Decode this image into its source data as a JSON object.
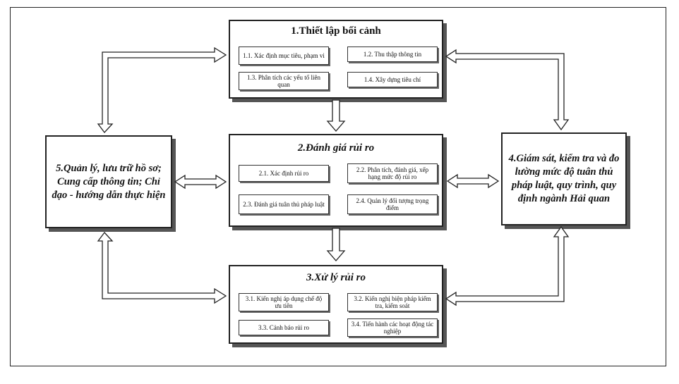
{
  "step1": {
    "title": "1.Thiết lập bối cảnh",
    "items": [
      "1.1. Xác định mục tiêu, phạm vi",
      "1.2. Thu thập thông tin",
      "1.3. Phân tích các yếu tố liên quan",
      "1.4. Xây dựng tiêu chí"
    ]
  },
  "step2": {
    "title": "2.Đánh giá rủi ro",
    "items": [
      "2.1. Xác định rủi ro",
      "2.2. Phân tích, đánh giá, xếp hạng mức độ rủi ro",
      "2.3. Đánh giá tuân thủ pháp luật",
      "2.4. Quản lý đối tượng trọng điểm"
    ]
  },
  "step3": {
    "title": "3.Xử lý rủi ro",
    "items": [
      "3.1. Kiến nghị áp dụng chế độ ưu tiên",
      "3.2. Kiến nghị biện pháp kiểm tra, kiểm soát",
      "3.3. Cảnh báo rủi ro",
      "3.4. Tiến hành các hoạt động tác nghiệp"
    ]
  },
  "step4": {
    "title": "4.Giám sát, kiểm tra và đo lường mức độ tuân thủ pháp luật, quy trình, quy định ngành Hải quan"
  },
  "step5": {
    "title": "5.Quản lý, lưu trữ hồ sơ; Cung cấp thông tin; Chỉ đạo - hướng dẫn thực hiện"
  }
}
